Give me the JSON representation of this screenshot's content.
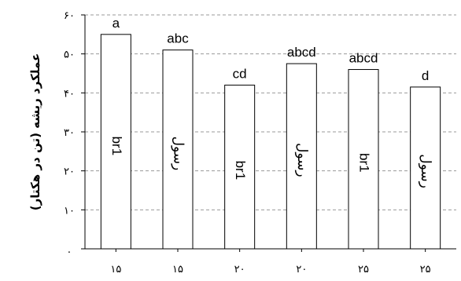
{
  "chart_data": {
    "type": "bar",
    "title": "",
    "xlabel": "",
    "ylabel": "عملکرد ریشه (تن در هکتار)",
    "ylim": [
      0,
      60
    ],
    "yticks": [
      0,
      10,
      20,
      30,
      40,
      50,
      60
    ],
    "ytick_labels": [
      ".",
      "۱۰",
      "۲۰",
      "۳۰",
      "۴۰",
      "۵۰",
      "۶۰"
    ],
    "grid": true,
    "categories": [
      "۱۵",
      "۱۵",
      "۲۰",
      "۲۰",
      "۲۵",
      "۲۵"
    ],
    "values": [
      55,
      51,
      42,
      47.5,
      46,
      41.5
    ],
    "bar_labels": [
      "br1",
      "رسول",
      "br1",
      "رسول",
      "br1",
      "رسول"
    ],
    "significance_letters": [
      "a",
      "abc",
      "cd",
      "abcd",
      "abcd",
      "d"
    ],
    "colors": {
      "bar_fill": "#ffffff",
      "bar_stroke": "#000000",
      "grid": "#9a9a9a"
    }
  }
}
